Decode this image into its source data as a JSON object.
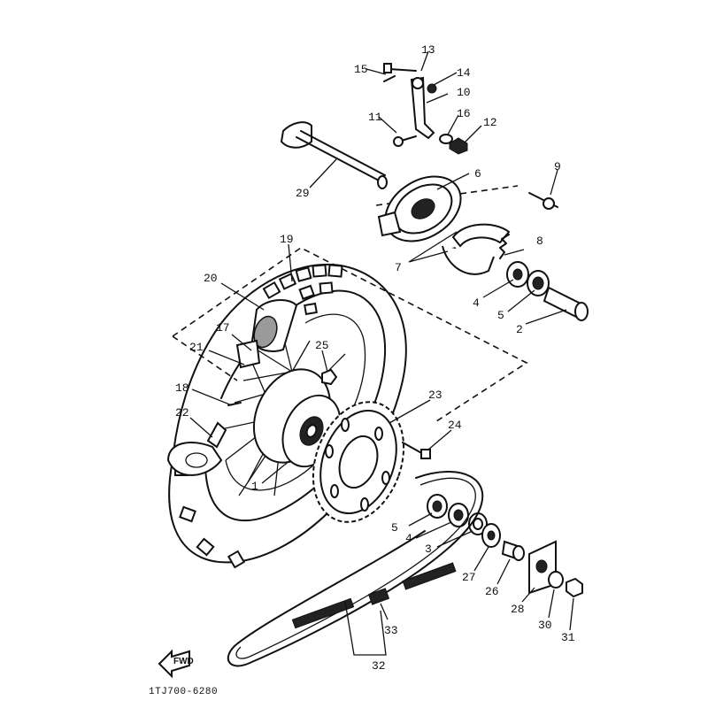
{
  "diagram": {
    "callouts": [
      "1",
      "2",
      "3",
      "4",
      "5",
      "6",
      "7",
      "9",
      "10",
      "11",
      "12",
      "13",
      "14",
      "15",
      "16",
      "17",
      "18",
      "19",
      "20",
      "21",
      "22",
      "23",
      "24",
      "25",
      "26",
      "27",
      "28",
      "29",
      "30",
      "31",
      "32",
      "33",
      "8",
      "4",
      "5"
    ],
    "direction_badge": "FWD",
    "drawing_code": "1TJ700-6280"
  }
}
